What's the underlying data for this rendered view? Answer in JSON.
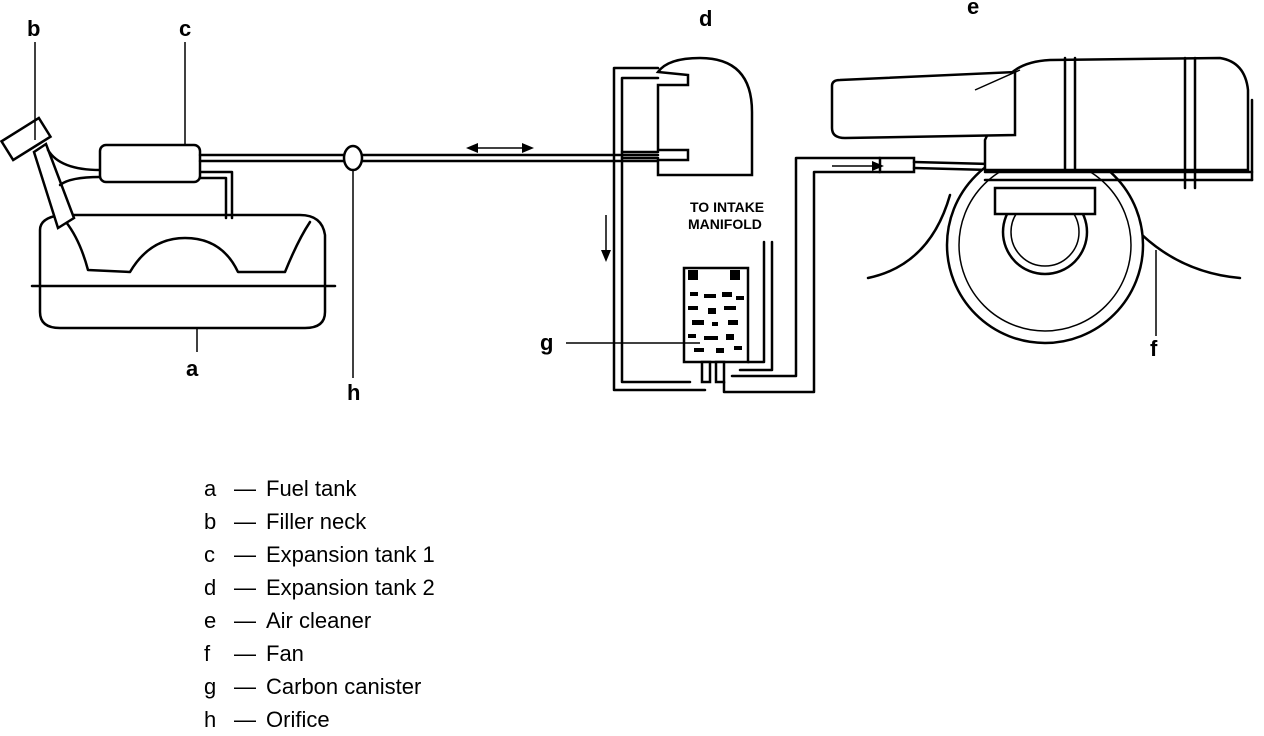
{
  "callouts": {
    "a": "a",
    "b": "b",
    "c": "c",
    "d": "d",
    "e": "e",
    "f": "f",
    "g": "g",
    "h": "h"
  },
  "intake_label": {
    "line1": "TO INTAKE",
    "line2": "MANIFOLD"
  },
  "legend": [
    {
      "letter": "a",
      "dash": "—",
      "text": "Fuel tank"
    },
    {
      "letter": "b",
      "dash": "—",
      "text": "Filler neck"
    },
    {
      "letter": "c",
      "dash": "—",
      "text": "Expansion tank 1"
    },
    {
      "letter": "d",
      "dash": "—",
      "text": "Expansion tank 2"
    },
    {
      "letter": "e",
      "dash": "—",
      "text": "Air cleaner"
    },
    {
      "letter": "f",
      "dash": "—",
      "text": "Fan"
    },
    {
      "letter": "g",
      "dash": "—",
      "text": "Carbon canister"
    },
    {
      "letter": "h",
      "dash": "—",
      "text": "Orifice"
    }
  ]
}
